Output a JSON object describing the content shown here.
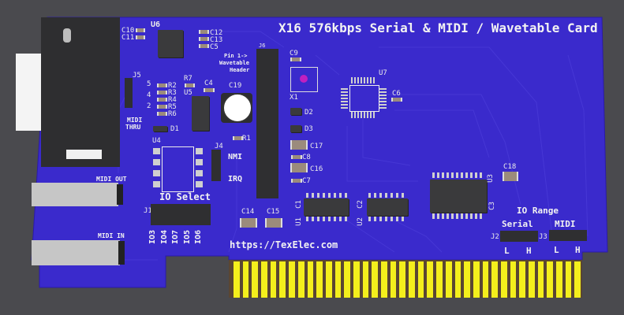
{
  "board": {
    "title": "X16 576kbps Serial & MIDI / Wavetable Card",
    "url": "https://TexElec.com",
    "colors": {
      "background": "#4a4a4e",
      "soldermask": "#3a2acc",
      "silkscreen": "#f2f2f2",
      "gold_fingers": "#f4ef1c",
      "substrate": "#5a4632"
    }
  },
  "labels": {
    "io_select": "IO Select",
    "io_range": "IO Range",
    "serial": "Serial",
    "midi": "MIDI",
    "low": "L",
    "high": "H",
    "nmi": "NMI",
    "irq": "IRQ",
    "midi_thru_1": "MIDI",
    "midi_thru_2": "THRU",
    "midi_out": "MIDI OUT",
    "midi_in": "MIDI IN",
    "pin1_line1": "Pin 1->",
    "pin1_line2": "Wavetable",
    "pin1_line3": "Header",
    "j5_pins": [
      "5",
      "4",
      "2"
    ],
    "io_jumpers": [
      "IO3",
      "IO4",
      "IO7",
      "IO5",
      "IO6"
    ]
  },
  "refs": {
    "U1": "U1",
    "U2": "U2",
    "U3": "U3",
    "U4": "U4",
    "U5": "U5",
    "U6": "U6",
    "U7": "U7",
    "J1": "J1",
    "J2": "J2",
    "J3": "J3",
    "J4": "J4",
    "J5": "J5",
    "J6": "J6",
    "C1": "C1",
    "C2": "C2",
    "C3": "C3",
    "C4": "C4",
    "C5": "C5",
    "C6": "C6",
    "C7": "C7",
    "C8": "C8",
    "C9": "C9",
    "C10": "C10",
    "C11": "C11",
    "C12": "C12",
    "C13": "C13",
    "C14": "C14",
    "C15": "C15",
    "C16": "C16",
    "C17": "C17",
    "C18": "C18",
    "C19": "C19",
    "R1": "R1",
    "R2": "R2",
    "R3": "R3",
    "R4": "R4",
    "R5": "R5",
    "R6": "R6",
    "R7": "R7",
    "D1": "D1",
    "D2": "D2",
    "D3": "D3",
    "X1": "X1"
  }
}
